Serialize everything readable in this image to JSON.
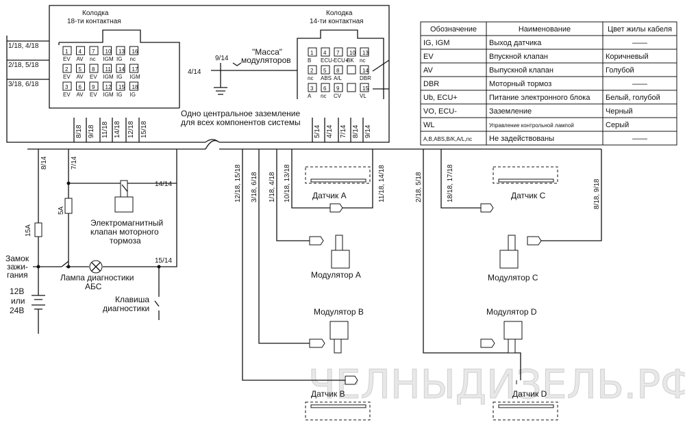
{
  "connectors": {
    "c18": {
      "title1": "Колодка",
      "title2": "18-ти контактная",
      "pins": [
        [
          "1",
          "EV"
        ],
        [
          "4",
          "AV"
        ],
        [
          "7",
          "nc"
        ],
        [
          "10",
          "IGM"
        ],
        [
          "13",
          "IG"
        ],
        [
          "16",
          "nc"
        ],
        [
          "2",
          "EV"
        ],
        [
          "5",
          "AV"
        ],
        [
          "8",
          "EV"
        ],
        [
          "11",
          "IGM"
        ],
        [
          "14",
          "IG"
        ],
        [
          "17",
          "IGM"
        ],
        [
          "3",
          "EV"
        ],
        [
          "6",
          "AV"
        ],
        [
          "9",
          "EV"
        ],
        [
          "12",
          "IGM"
        ],
        [
          "15",
          "IG"
        ],
        [
          "18",
          "IG"
        ]
      ],
      "wire_left": [
        "1/18, 4/18",
        "2/18, 5/18",
        "3/18, 6/18"
      ],
      "bottom_wires": [
        "8/18",
        "9/18",
        "11/18",
        "14/18",
        "12/18",
        "15/18"
      ]
    },
    "c14": {
      "title1": "Колодка",
      "title2": "14-ти контактная",
      "pins": [
        [
          "1",
          "B"
        ],
        [
          "4",
          "ECU-"
        ],
        [
          "7",
          "ECU+"
        ],
        [
          "10",
          "BK"
        ],
        [
          "13",
          "nc"
        ],
        [
          "2",
          "nc"
        ],
        [
          "5",
          "ABS"
        ],
        [
          "8",
          "A/L"
        ],
        [
          "11",
          ""
        ],
        [
          "14",
          "DBR"
        ],
        [
          "3",
          "A"
        ],
        [
          "6",
          "nc"
        ],
        [
          "9",
          "CV"
        ],
        [
          "12",
          ""
        ],
        [
          "15",
          "VL"
        ]
      ],
      "bottom_wires": [
        "5/14",
        "4/14",
        "7/14",
        "8/14",
        "9/14"
      ]
    }
  },
  "ground": {
    "mass1": "\"Масса\"",
    "mass2": "модуляторов",
    "w914": "9/14",
    "w414": "4/14",
    "central1": "Одно центральное заземление",
    "central2": "для всех компонентов системы"
  },
  "table": {
    "headers": [
      "Обозначение",
      "Наименование",
      "Цвет жилы кабеля"
    ],
    "rows": [
      [
        "IG, IGM",
        "Выход датчика",
        "——"
      ],
      [
        "EV",
        "Впускной клапан",
        "Коричневый"
      ],
      [
        "AV",
        "Выпускной клапан",
        "Голубой"
      ],
      [
        "DBR",
        "Моторный тормоз",
        "——"
      ],
      [
        "Ub, ECU+",
        "Питание электронного блока",
        "Белый, голубой"
      ],
      [
        "VO, ECU-",
        "Заземление",
        "Черный"
      ],
      [
        "WL",
        "Управление контрольной лампой",
        "Серый"
      ],
      [
        "A,B,ABS,B/K,A/L,nc",
        "Не задействованы",
        "——"
      ]
    ]
  },
  "left_circuit": {
    "w814": "8/14",
    "w714": "7/14",
    "w1414": "14/14",
    "w1514": "15/14",
    "fuse15": "15A",
    "fuse5": "5A",
    "valve1": "Электромагнитный",
    "valve2": "клапан моторного",
    "valve3": "тормоза",
    "ign1": "Замок",
    "ign2": "зажи-",
    "ign3": "гания",
    "v1": "12В",
    "v2": "или",
    "v3": "24В",
    "lamp1": "Лампа диагностики",
    "lamp2": "АБС",
    "key1": "Клавиша",
    "key2": "диагностики"
  },
  "components": {
    "sensor_a": "Датчик А",
    "sensor_b": "Датчик В",
    "sensor_c": "Датчик С",
    "sensor_d": "Датчик D",
    "mod_a": "Модулятор А",
    "mod_b": "Модулятор В",
    "mod_c": "Модулятор С",
    "mod_d": "Модулятор D"
  },
  "wires": {
    "w1": "12/18, 15/18",
    "w2": "3/18, 6/18",
    "w3": "1/18, 4/18",
    "w4": "10/18, 13/18",
    "w5": "11/18, 14/18",
    "w6": "2/18, 5/18",
    "w7": "18/18, 17/18",
    "w8": "8/18, 9/18"
  },
  "watermark": "ЧЕЛНЫДИЗЕЛЬ.РФ"
}
